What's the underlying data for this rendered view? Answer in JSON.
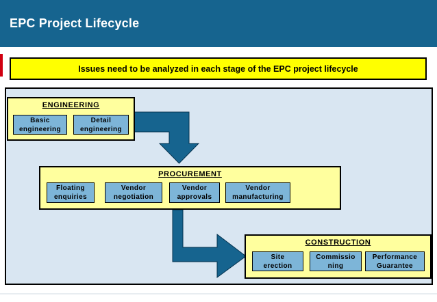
{
  "header": {
    "title": "EPC Project Lifecycle"
  },
  "banner": {
    "text": "Issues need to be analyzed in each stage of the EPC project lifecycle"
  },
  "diagram": {
    "stages": [
      {
        "title": "ENGINEERING",
        "items": [
          {
            "line1": "Basic",
            "line2": "engineering"
          },
          {
            "line1": "Detail",
            "line2": "engineering"
          }
        ]
      },
      {
        "title": "PROCUREMENT",
        "items": [
          {
            "line1": "Floating",
            "line2": "enquiries"
          },
          {
            "line1": "Vendor",
            "line2": "negotiation"
          },
          {
            "line1": "Vendor",
            "line2": "approvals"
          },
          {
            "line1": "Vendor",
            "line2": "manufacturing"
          }
        ]
      },
      {
        "title": "CONSTRUCTION",
        "items": [
          {
            "line1": "Site",
            "line2": "erection"
          },
          {
            "line1": "Commissio",
            "line2": "ning"
          },
          {
            "line1": "Performance",
            "line2": "Guarantee"
          }
        ]
      }
    ],
    "arrows": [
      {
        "name": "engineering-to-procurement",
        "direction": "right-then-down"
      },
      {
        "name": "procurement-to-construction",
        "direction": "down-then-right"
      }
    ]
  },
  "colors": {
    "header_blue": "#16648f",
    "arrow_blue": "#16648f",
    "banner_yellow": "#ffff00",
    "stage_yellow": "#ffff9e",
    "substep_blue": "#7db5d8",
    "diagram_bg": "#d9e6f2",
    "accent_red": "#d10011"
  }
}
